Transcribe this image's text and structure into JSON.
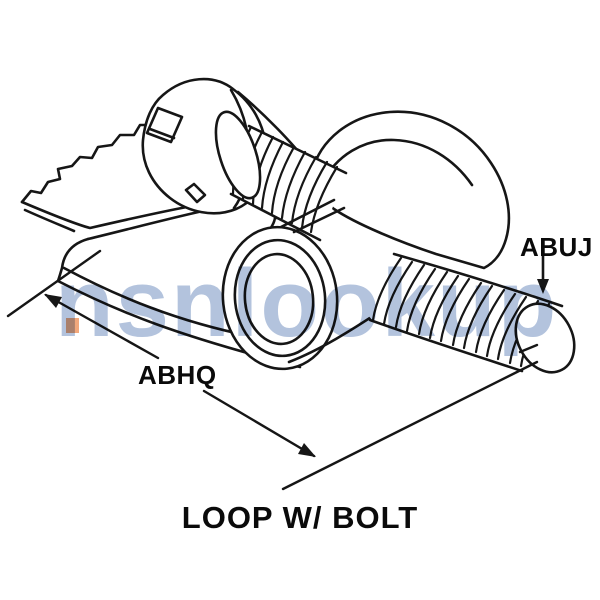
{
  "figure": {
    "caption": "LOOP W/ BOLT",
    "callouts": {
      "abhq": "ABHQ",
      "abuj": "ABUJ"
    }
  },
  "watermark": {
    "text": "nsnlookup",
    "color": "#b3c3dd",
    "accent_color": "#f2a87c"
  },
  "colors": {
    "background": "#ffffff",
    "line": "#161616",
    "label_text": "#0a0a0a"
  }
}
